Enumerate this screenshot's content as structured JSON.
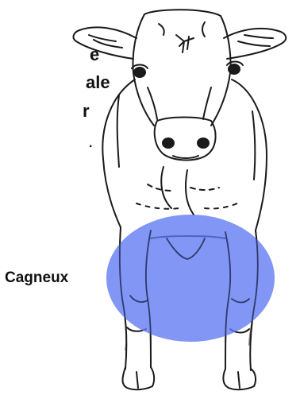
{
  "text_fragments": [
    "e",
    "ale",
    "r",
    "."
  ],
  "annotation": {
    "label": "Cagneux",
    "highlight_color": "#5f79f2"
  },
  "line_color": "#1a1a1a",
  "icons": {
    "figure": "cow-front-view-icon"
  }
}
